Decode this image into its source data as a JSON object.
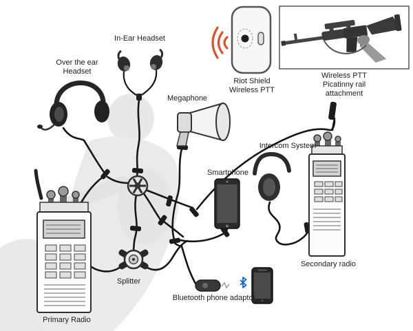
{
  "colors": {
    "background": "#ffffff",
    "line_art": "#161616",
    "wireless_signal": "#e0512b",
    "bluetooth": "#1668c7",
    "watermark": "#cdcdcd"
  },
  "icons": {
    "wireless_signal": "three-arc-signal",
    "bluetooth": "bluetooth-rune"
  },
  "labels": {
    "over_ear_headset": "Over the ear\nHeadset",
    "in_ear_headset": "In-Ear Headset",
    "megaphone": "Megaphone",
    "riot_shield_ptt": "Riot Shield\nWireless PTT",
    "rail_ptt": "Wireless PTT\nPicatinny rail attachment",
    "intercom_system": "Intercom System",
    "smartphone": "Smartphone",
    "secondary_radio": "Secondary radio",
    "splitter": "Splitter",
    "bluetooth_adaptor": "Bluetooth phone adaptor",
    "primary_radio": "Primary Radio"
  }
}
